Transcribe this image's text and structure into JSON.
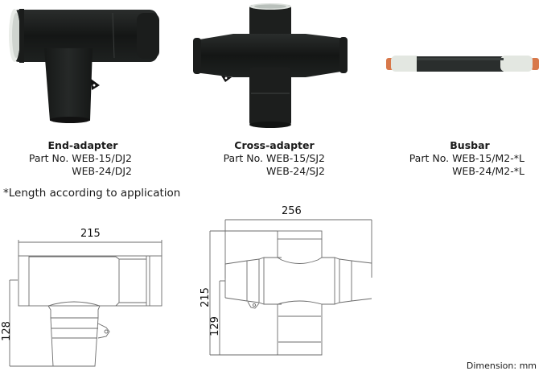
{
  "products": [
    {
      "name": "End-adapter",
      "part_no_label": "Part No.",
      "part_numbers": [
        "WEB-15/DJ2",
        "WEB-24/DJ2"
      ],
      "image": "end-adapter-photo"
    },
    {
      "name": "Cross-adapter",
      "part_no_label": "Part No.",
      "part_numbers": [
        "WEB-15/SJ2",
        "WEB-24/SJ2"
      ],
      "image": "cross-adapter-photo"
    },
    {
      "name": "Busbar",
      "part_no_label": "Part No.",
      "part_numbers": [
        "WEB-15/M2-*L",
        "WEB-24/M2-*L"
      ],
      "image": "busbar-photo"
    }
  ],
  "captions": {
    "end": {
      "line1": "Part No. WEB-15/DJ2",
      "line2": "WEB-24/DJ2"
    },
    "cross": {
      "line1": "Part No. WEB-15/SJ2",
      "line2": "WEB-24/SJ2"
    },
    "busbar": {
      "line1": "Part No. WEB-15/M2-*L",
      "line2": "WEB-24/M2-*L"
    }
  },
  "note": "*Length according to application",
  "drawings": {
    "end_adapter": {
      "width_dim": "215",
      "height_dim": "128"
    },
    "cross_adapter": {
      "width_dim": "256",
      "height_dim": "215",
      "center_height_dim": "129"
    }
  },
  "unit_label": "Dimension: mm",
  "colors": {
    "rubber_black": "#1c1f1e",
    "insulator_white": "#e4e8e2",
    "copper": "#d97a4a",
    "line_gray": "#6b6b6b"
  }
}
